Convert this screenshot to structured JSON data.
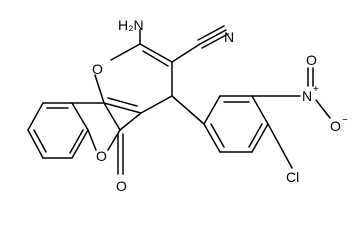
{
  "molecule": {
    "atoms": {
      "amino": "H₂N",
      "nitrile_n": "N",
      "ring_o_top": "O",
      "ring_o_lactone": "O",
      "carbonyl_o": "O",
      "nitro_n": "N",
      "nitro_n_charge": "+",
      "nitro_o_top": "O",
      "nitro_o_right": "O",
      "nitro_o_charge": "−",
      "chloro": "Cl"
    }
  }
}
